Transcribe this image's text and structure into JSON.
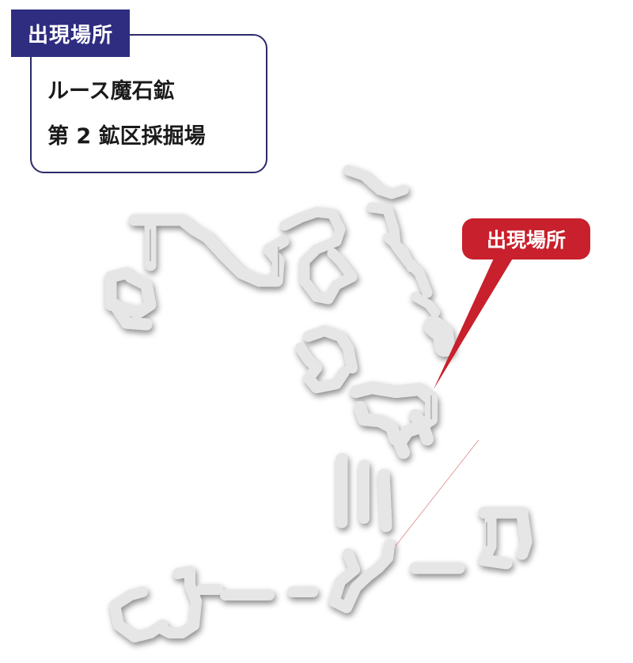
{
  "info_box": {
    "tag": "出現場所",
    "lines": [
      "ルース魔石鉱",
      "第 2 鉱区採掘場"
    ]
  },
  "callout": {
    "label": "出現場所"
  },
  "colors": {
    "tag_bg": "#2e2d80",
    "box_border": "#2b2a6a",
    "callout_red": "#c8202c",
    "cave_fill": "#e6e6e6",
    "cave_shadow": "#9a9a9a"
  },
  "icons": [
    "callout-pointer"
  ]
}
